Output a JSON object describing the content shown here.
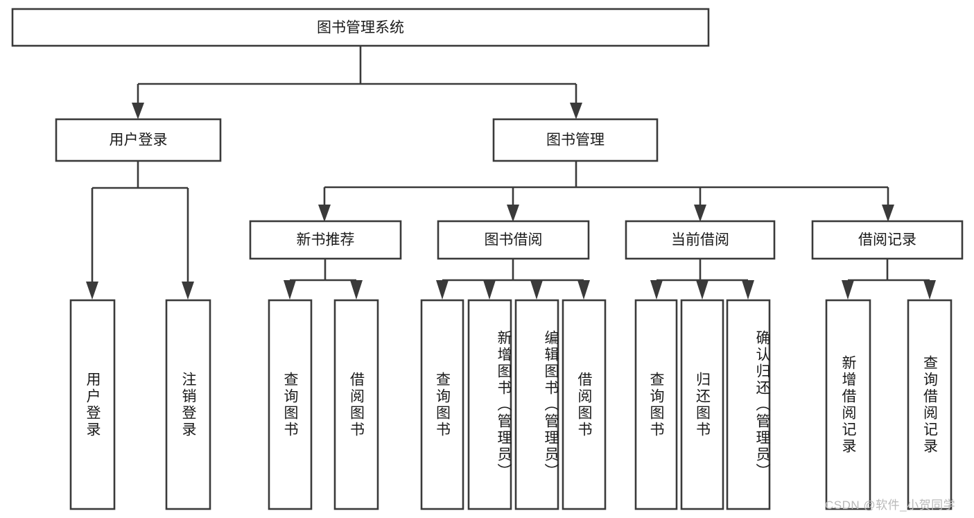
{
  "diagram": {
    "title": "图书管理系统",
    "type": "tree-hierarchy-chart",
    "orientation": "top-down",
    "colors": {
      "box_fill": "#ffffff",
      "box_stroke": "#3a3a3a",
      "connector": "#3a3a3a",
      "text": "#1a1a1a",
      "background": "#ffffff",
      "watermark": "#b9b9b9"
    },
    "root": {
      "label": "图书管理系统"
    },
    "level2": [
      {
        "label": "用户登录"
      },
      {
        "label": "图书管理"
      }
    ],
    "level3": [
      {
        "label": "新书推荐"
      },
      {
        "label": "图书借阅"
      },
      {
        "label": "当前借阅"
      },
      {
        "label": "借阅记录"
      }
    ],
    "leaves": {
      "user_login": [
        {
          "label": "用户登录"
        },
        {
          "label": "注销登录"
        }
      ],
      "new_book_recommend": [
        {
          "label": "查询图书"
        },
        {
          "label": "借阅图书"
        }
      ],
      "book_borrow": [
        {
          "label": "查询图书"
        },
        {
          "label": "新增图书（管理员）"
        },
        {
          "label": "编辑图书（管理员）"
        },
        {
          "label": "借阅图书"
        }
      ],
      "current_borrow": [
        {
          "label": "查询图书"
        },
        {
          "label": "归还图书"
        },
        {
          "label": "确认归还（管理员）"
        }
      ],
      "borrow_record": [
        {
          "label": "新增借阅记录"
        },
        {
          "label": "查询借阅记录"
        }
      ]
    }
  },
  "watermark": {
    "text": "CSDN @软件_小贺同学"
  }
}
